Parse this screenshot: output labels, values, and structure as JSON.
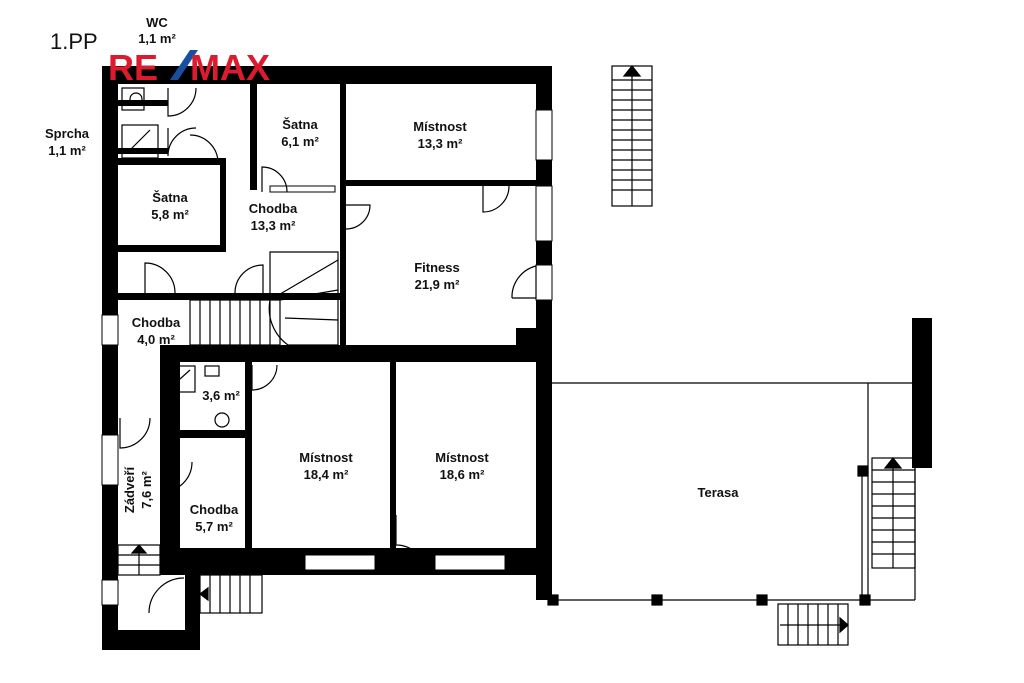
{
  "floor_label": "1.PP",
  "logo": {
    "text_left": "RE",
    "text_right": "MAX",
    "color": "#dc1c2e",
    "slash_color": "#1a4fa0"
  },
  "rooms": [
    {
      "name": "WC",
      "area": "1,1 m²"
    },
    {
      "name": "Sprcha",
      "area": "1,1 m²"
    },
    {
      "name": "Šatna",
      "area": "6,1 m²"
    },
    {
      "name": "Místnost",
      "area": "13,3 m²"
    },
    {
      "name": "Šatna",
      "area": "5,8 m²"
    },
    {
      "name": "Chodba",
      "area": "13,3 m²"
    },
    {
      "name": "Fitness",
      "area": "21,9 m²"
    },
    {
      "name": "Chodba",
      "area": "4,0 m²"
    },
    {
      "name": "",
      "area": "3,6 m²"
    },
    {
      "name": "Místnost",
      "area": "18,4 m²"
    },
    {
      "name": "Místnost",
      "area": "18,6 m²"
    },
    {
      "name": "Zádveří",
      "area": "7,6 m²"
    },
    {
      "name": "Chodba",
      "area": "5,7 m²"
    },
    {
      "name": "Terasa",
      "area": ""
    }
  ]
}
